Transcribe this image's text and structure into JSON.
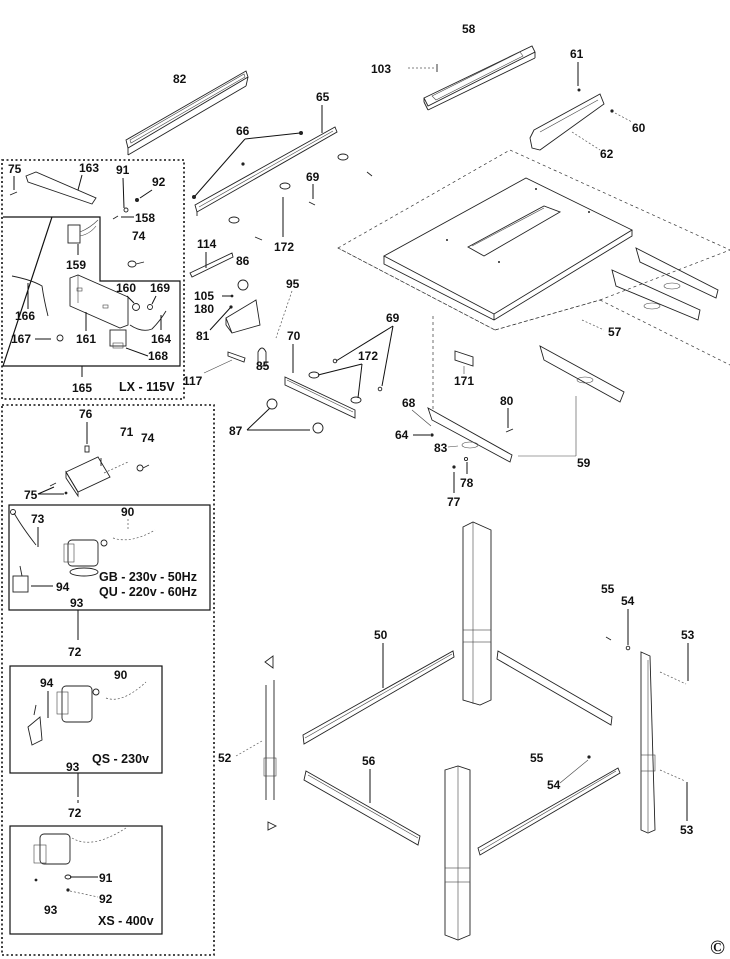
{
  "diagram": {
    "type": "exploded-parts-diagram",
    "subject": "table saw with stand",
    "copyright_mark": "©",
    "part_labels": [
      {
        "id": "58",
        "text": "58"
      },
      {
        "id": "103",
        "text": "103"
      },
      {
        "id": "61",
        "text": "61"
      },
      {
        "id": "60",
        "text": "60"
      },
      {
        "id": "62",
        "text": "62"
      },
      {
        "id": "82",
        "text": "82"
      },
      {
        "id": "65",
        "text": "65"
      },
      {
        "id": "66",
        "text": "66"
      },
      {
        "id": "69a",
        "text": "69"
      },
      {
        "id": "172a",
        "text": "172"
      },
      {
        "id": "114",
        "text": "114"
      },
      {
        "id": "86",
        "text": "86"
      },
      {
        "id": "95",
        "text": "95"
      },
      {
        "id": "105",
        "text": "105"
      },
      {
        "id": "180",
        "text": "180"
      },
      {
        "id": "81",
        "text": "81"
      },
      {
        "id": "70",
        "text": "70"
      },
      {
        "id": "85",
        "text": "85"
      },
      {
        "id": "117",
        "text": "117"
      },
      {
        "id": "69b",
        "text": "69"
      },
      {
        "id": "172b",
        "text": "172"
      },
      {
        "id": "87",
        "text": "87"
      },
      {
        "id": "57",
        "text": "57"
      },
      {
        "id": "171",
        "text": "171"
      },
      {
        "id": "68",
        "text": "68"
      },
      {
        "id": "64",
        "text": "64"
      },
      {
        "id": "80",
        "text": "80"
      },
      {
        "id": "83",
        "text": "83"
      },
      {
        "id": "78",
        "text": "78"
      },
      {
        "id": "77",
        "text": "77"
      },
      {
        "id": "59",
        "text": "59"
      },
      {
        "id": "50",
        "text": "50"
      },
      {
        "id": "52",
        "text": "52"
      },
      {
        "id": "56",
        "text": "56"
      },
      {
        "id": "55a",
        "text": "55"
      },
      {
        "id": "54a",
        "text": "54"
      },
      {
        "id": "53a",
        "text": "53"
      },
      {
        "id": "55b",
        "text": "55"
      },
      {
        "id": "54b",
        "text": "54"
      },
      {
        "id": "53b",
        "text": "53"
      }
    ],
    "switch_kit_box": {
      "labels": {
        "p75": "75",
        "p163": "163",
        "p91": "91",
        "p92": "92",
        "p158": "158",
        "p74": "74",
        "p159": "159",
        "p166": "166",
        "p160": "160",
        "p169": "169",
        "p161": "161",
        "p164": "164",
        "p167": "167",
        "p168": "168",
        "p165": "165"
      },
      "variant_note": "LX - 115V"
    },
    "motor_box": {
      "labels": {
        "p76": "76",
        "p71": "71",
        "p74": "74",
        "p75": "75",
        "p73": "73",
        "p90": "90",
        "p94": "94",
        "p93": "93",
        "p72": "72"
      },
      "variants": [
        {
          "labels": {
            "p90": "90",
            "p94": "94",
            "p93": "93"
          },
          "notes": [
            "GB - 230v - 50Hz",
            "QU - 220v - 60Hz"
          ]
        },
        {
          "labels": {
            "p90": "90",
            "p94": "94",
            "p93": "93",
            "p72": "72"
          },
          "notes": [
            "QS - 230v"
          ]
        },
        {
          "labels": {
            "p91": "91",
            "p92": "92",
            "p93": "93",
            "p72": "72"
          },
          "notes": [
            "XS - 400v"
          ]
        }
      ]
    }
  }
}
